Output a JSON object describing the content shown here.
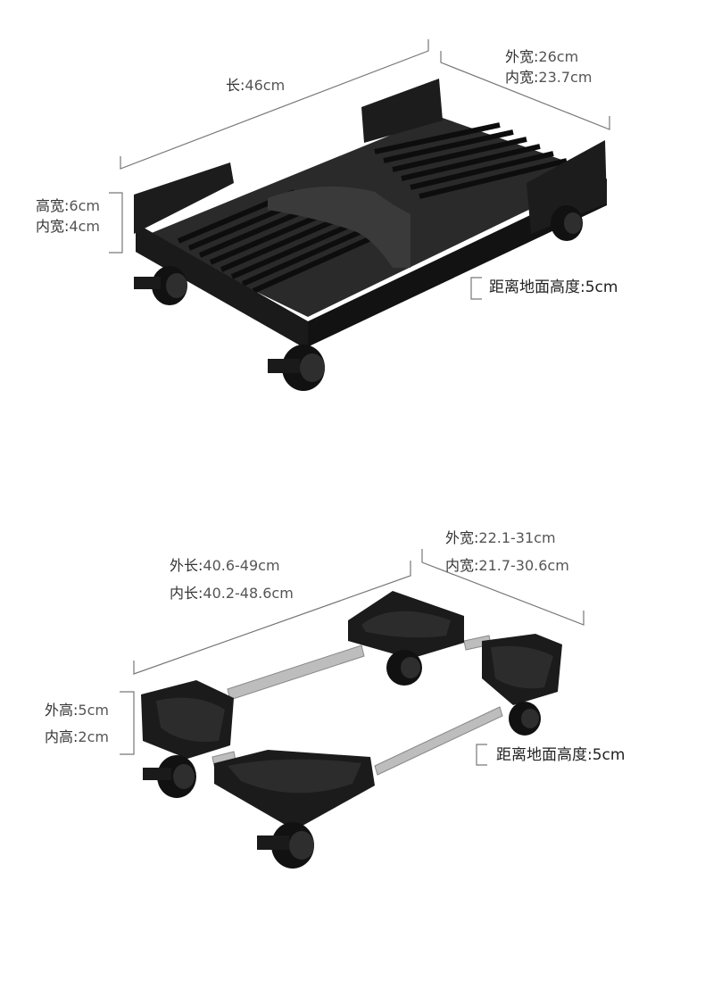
{
  "product1": {
    "length": {
      "key": "长:",
      "value": "46cm"
    },
    "outer_width": {
      "key": "外宽:",
      "value": "26cm"
    },
    "inner_width": {
      "key": "内宽:",
      "value": "23.7cm"
    },
    "outer_height": {
      "key": "高宽:",
      "value": "6cm"
    },
    "inner_height": {
      "key": "内宽:",
      "value": "4cm"
    },
    "ground_clearance": "距离地面高度:5cm"
  },
  "product2": {
    "outer_length": {
      "key": "外长:",
      "value": "40.6-49cm"
    },
    "inner_length": {
      "key": "内长:",
      "value": "40.2-48.6cm"
    },
    "outer_width": {
      "key": "外宽:",
      "value": "22.1-31cm"
    },
    "inner_width": {
      "key": "内宽:",
      "value": "21.7-30.6cm"
    },
    "outer_height": {
      "key": "外高:",
      "value": "5cm"
    },
    "inner_height": {
      "key": "内高:",
      "value": "2cm"
    },
    "ground_clearance": "距离地面高度:5cm"
  }
}
